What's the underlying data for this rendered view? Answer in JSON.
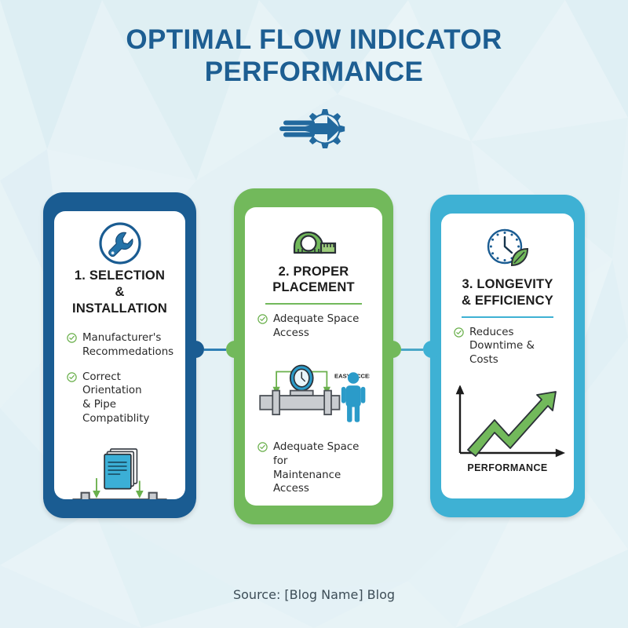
{
  "header": {
    "title": "OPTIMAL FLOW INDICATOR PERFORMANCE",
    "title_line1": "OPTIMAL FLOW INDICATOR",
    "title_line2": "PERFORMANCE",
    "title_color": "#1d5e92",
    "hero_icon": "gear-flow-arrow-icon"
  },
  "background": {
    "base_color": "#e4f1f5",
    "style": "low-poly-triangles"
  },
  "cards": [
    {
      "number": "1.",
      "title_line1": "1. SELECTION",
      "title_line2": "& INSTALLATION",
      "accent_color": "#1a5c92",
      "rule_color": "#1a5c92",
      "icon": "wrench-in-circle-icon",
      "bullets": [
        {
          "line1": "Manufacturer's",
          "line2": "Recommedations"
        },
        {
          "line1": "Correct Orientation",
          "line2": "& Pipe Compatiblity"
        }
      ],
      "illustration": {
        "name": "pipe-with-manual-icon",
        "caption": "",
        "elements": [
          "pipe",
          "flow-arrow",
          "manual-book",
          "down-arrows"
        ]
      }
    },
    {
      "number": "2.",
      "title_line1": "2. PROPER",
      "title_line2": "PLACEMENT",
      "accent_color": "#72b95b",
      "rule_color": "#72b95b",
      "icon": "measuring-tape-icon",
      "bullets": [
        {
          "line1": "Adequate Space",
          "line2": "Access"
        }
      ],
      "bullets_bottom": [
        {
          "line1": "Adequate Space for",
          "line2": "Maintenance Access"
        }
      ],
      "illustration": {
        "name": "pipe-with-gauge-and-person-icon",
        "caption": "EASY ACCESS",
        "elements": [
          "pipe",
          "flow-gauge",
          "green-arrows",
          "person"
        ]
      }
    },
    {
      "number": "3.",
      "title_line1": "3. LONGEVITY",
      "title_line2": "& EFFICIENCY",
      "accent_color": "#3eb1d4",
      "rule_color": "#3eb1d4",
      "icon": "clock-with-leaf-icon",
      "bullets": [
        {
          "line1": "Reduces",
          "line2": "Downtime & Costs"
        }
      ],
      "illustration": {
        "name": "growth-arrow-chart-icon",
        "caption": "PERFORMANCE",
        "elements": [
          "axes",
          "rising-green-arrow"
        ]
      }
    }
  ],
  "connectors": [
    {
      "from_color": "#1a5c92",
      "to_color": "#72b95b",
      "line_color": "#2f7fb5"
    },
    {
      "from_color": "#72b95b",
      "to_color": "#3eb1d4",
      "line_color": "#4aa7c7"
    }
  ],
  "footer": {
    "source": "Source: [Blog Name] Blog"
  },
  "colors": {
    "check_green": "#6ab04c",
    "text_dark": "#2a2a2a",
    "title_dark": "#1c1c1c",
    "pipe_gray": "#c9ccd0",
    "pipe_stroke": "#4a4f55",
    "blue_accent": "#2b83b5",
    "green_accent": "#72b95b"
  }
}
